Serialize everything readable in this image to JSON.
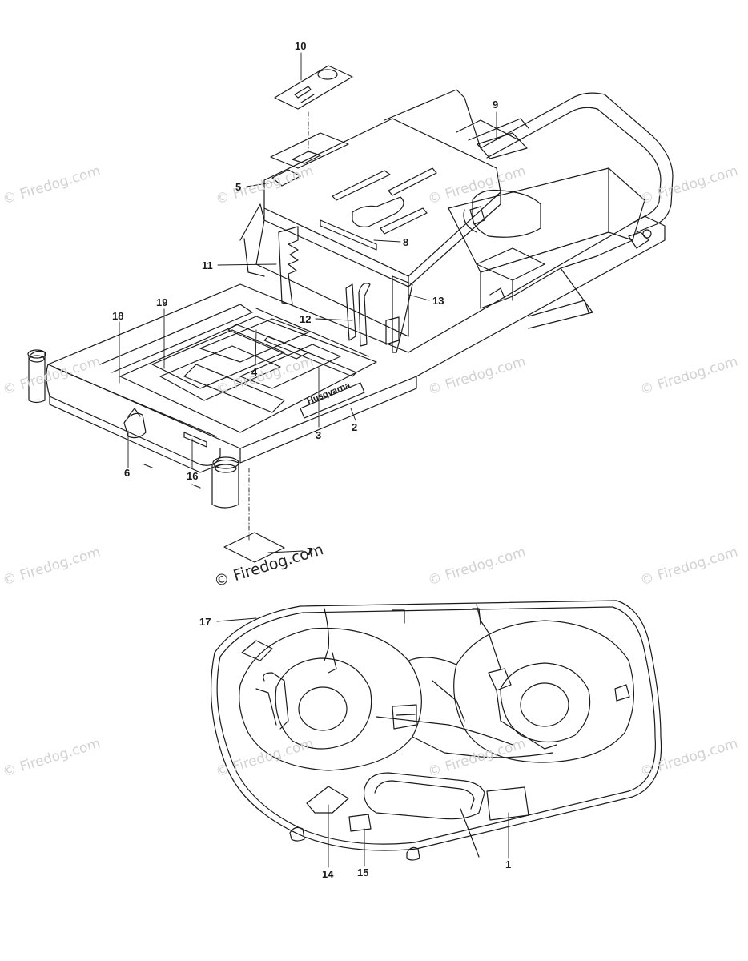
{
  "watermark_text": "© Firedog.com",
  "callout_numbers": {
    "p1": "1",
    "p2": "2",
    "p3": "3",
    "p4": "4",
    "p5": "5",
    "p6": "6",
    "p7": "7",
    "p8": "8",
    "p9": "9",
    "p10": "10",
    "p11": "11",
    "p12": "12",
    "p13": "13",
    "p14": "14",
    "p15": "15",
    "p16": "16",
    "p17": "17",
    "p18": "18",
    "p19": "19"
  },
  "brand_text": "Husqvarna",
  "colors": {
    "line": "#1a1a1a",
    "watermark": "#d2d2d2"
  }
}
